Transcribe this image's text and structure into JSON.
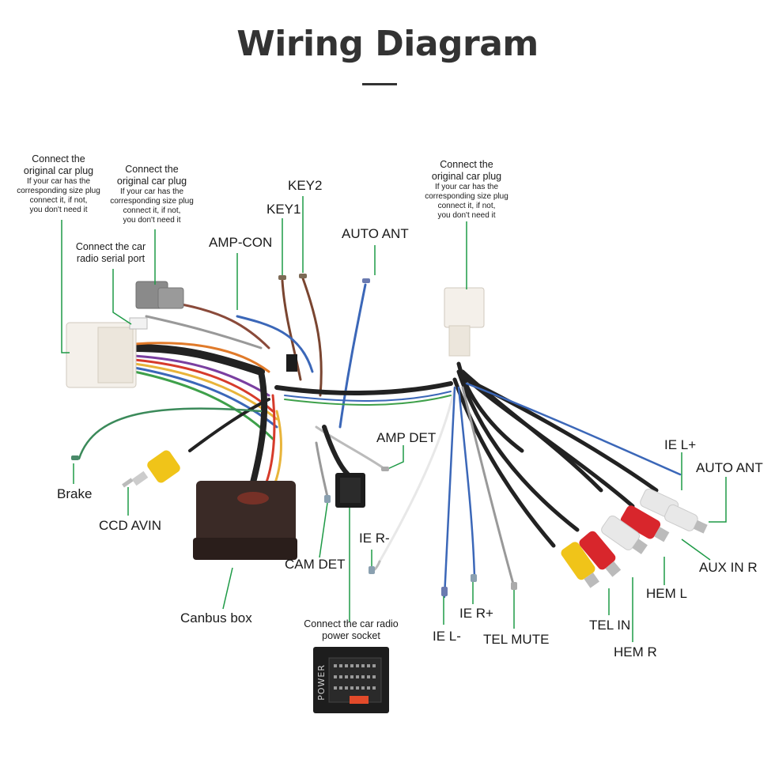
{
  "title": "Wiring Diagram",
  "labels": {
    "key2": "KEY2",
    "key1": "KEY1",
    "amp_con": "AMP-CON",
    "auto_ant_top": "AUTO ANT",
    "amp_det": "AMP DET",
    "brake": "Brake",
    "ccd_avin": "CCD AVIN",
    "cam_det": "CAM DET",
    "canbus_box": "Canbus box",
    "ie_r_minus": "IE R-",
    "ie_l_minus": "IE L-",
    "ie_r_plus": "IE R+",
    "tel_mute": "TEL MUTE",
    "ie_l_plus": "IE L+",
    "auto_ant_right": "AUTO ANT",
    "aux_in_r": "AUX IN R",
    "hem_l": "HEM L",
    "tel_in": "TEL IN",
    "hem_r": "HEM R"
  },
  "notes": {
    "plug_left": {
      "line1": "Connect the",
      "line2": "original car plug",
      "sub1": "If your car has the",
      "sub2": "corresponding size plug",
      "sub3": "connect it, if not,",
      "sub4": "you don't need it"
    },
    "plug_mid": {
      "line1": "Connect the",
      "line2": "original car plug",
      "sub1": "If your car has the",
      "sub2": "corresponding size plug",
      "sub3": "connect it, if not,",
      "sub4": "you don't need it"
    },
    "plug_right": {
      "line1": "Connect the",
      "line2": "original car plug",
      "sub1": "If your car has the",
      "sub2": "corresponding size plug",
      "sub3": "connect it, if not,",
      "sub4": "you don't need it"
    },
    "serial": {
      "line1": "Connect the car",
      "line2": "radio  serial port"
    },
    "power": {
      "line1": "Connect the car radio",
      "line2": "power socket"
    }
  },
  "socket_text": "POWER",
  "colors": {
    "leader": "#1e9a46",
    "rca_red": "#d8262c",
    "rca_white": "#e8e8e8",
    "rca_yellow": "#f0c419",
    "box": "#3a2a26"
  }
}
